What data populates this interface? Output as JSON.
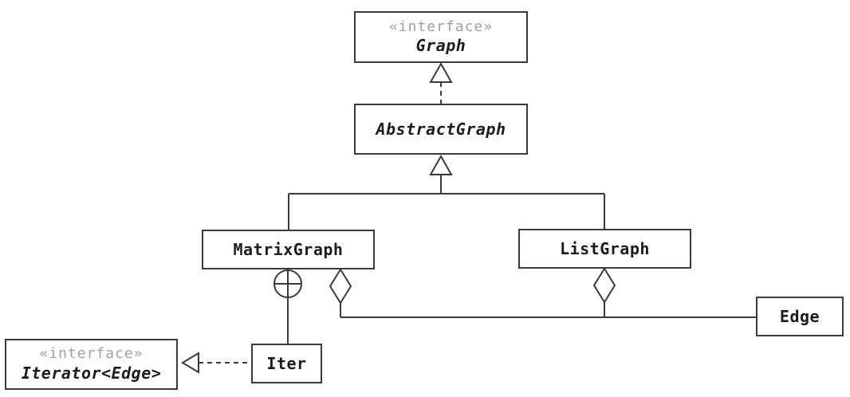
{
  "diagram": {
    "kind": "uml-class-diagram",
    "colors": {
      "line": "#3a3a3a",
      "stereotype_text": "#9da0a3",
      "class_text": "#1c1c1c",
      "box_fill": "#ffffff",
      "background": "#ffffff"
    },
    "classes": [
      {
        "id": "graph",
        "stereotype": "«interface»",
        "name": "Graph"
      },
      {
        "id": "abstract-graph",
        "name": "AbstractGraph"
      },
      {
        "id": "matrix-graph",
        "name": "MatrixGraph"
      },
      {
        "id": "list-graph",
        "name": "ListGraph"
      },
      {
        "id": "edge",
        "name": "Edge"
      },
      {
        "id": "iter",
        "name": "Iter"
      },
      {
        "id": "iterator-edge",
        "stereotype": "«interface»",
        "name": "Iterator<Edge>"
      }
    ],
    "relationships": [
      {
        "from": "AbstractGraph",
        "to": "Graph",
        "type": "realization"
      },
      {
        "from": "MatrixGraph",
        "to": "AbstractGraph",
        "type": "generalization"
      },
      {
        "from": "ListGraph",
        "to": "AbstractGraph",
        "type": "generalization"
      },
      {
        "from": "MatrixGraph",
        "to": "Edge",
        "type": "aggregation"
      },
      {
        "from": "ListGraph",
        "to": "Edge",
        "type": "aggregation"
      },
      {
        "from": "MatrixGraph",
        "to": "Iter",
        "type": "containment"
      },
      {
        "from": "Iter",
        "to": "Iterator<Edge>",
        "type": "realization"
      }
    ]
  }
}
